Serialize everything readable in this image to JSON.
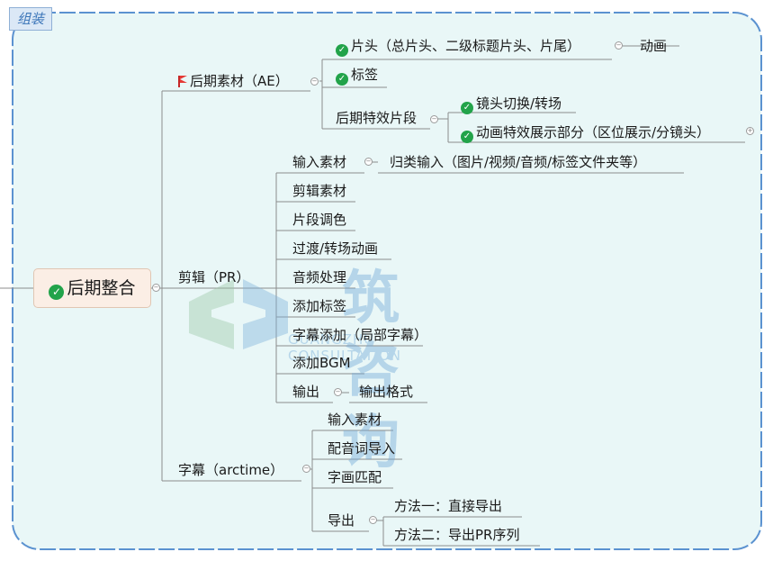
{
  "tag": "组装",
  "root": "后期整合",
  "ae": {
    "label": "后期素材（AE）",
    "c1": "片头（总片头、二级标题片头、片尾）",
    "c1a": "动画",
    "c2": "标签",
    "c3": "后期特效片段",
    "c3a": "镜头切换/转场",
    "c3b": "动画特效展示部分（区位展示/分镜头）"
  },
  "pr": {
    "label": "剪辑（PR）",
    "c1": "输入素材",
    "c1a": "归类输入（图片/视频/音频/标签文件夹等）",
    "c2": "剪辑素材",
    "c3": "片段调色",
    "c4": "过渡/转场动画",
    "c5": "音频处理",
    "c6": "添加标签",
    "c7": "字幕添加（局部字幕）",
    "c8": "添加BGM",
    "c9": "输出",
    "c9a": "输出格式"
  },
  "sub": {
    "label": "字幕（arctime）",
    "c1": "输入素材",
    "c2": "配音词导入",
    "c3": "字画匹配",
    "c4": "导出",
    "c4a": "方法一：直接导出",
    "c4b": "方法二：导出PR序列"
  },
  "watermark": {
    "cn": "筑咨询",
    "en": "GUANGZHU CONSULTATION"
  },
  "colors": {
    "cloud_fill": "#e9f7f7",
    "cloud_border": "#5b92d0",
    "check": "#22a34a",
    "flag": "#e53935"
  }
}
